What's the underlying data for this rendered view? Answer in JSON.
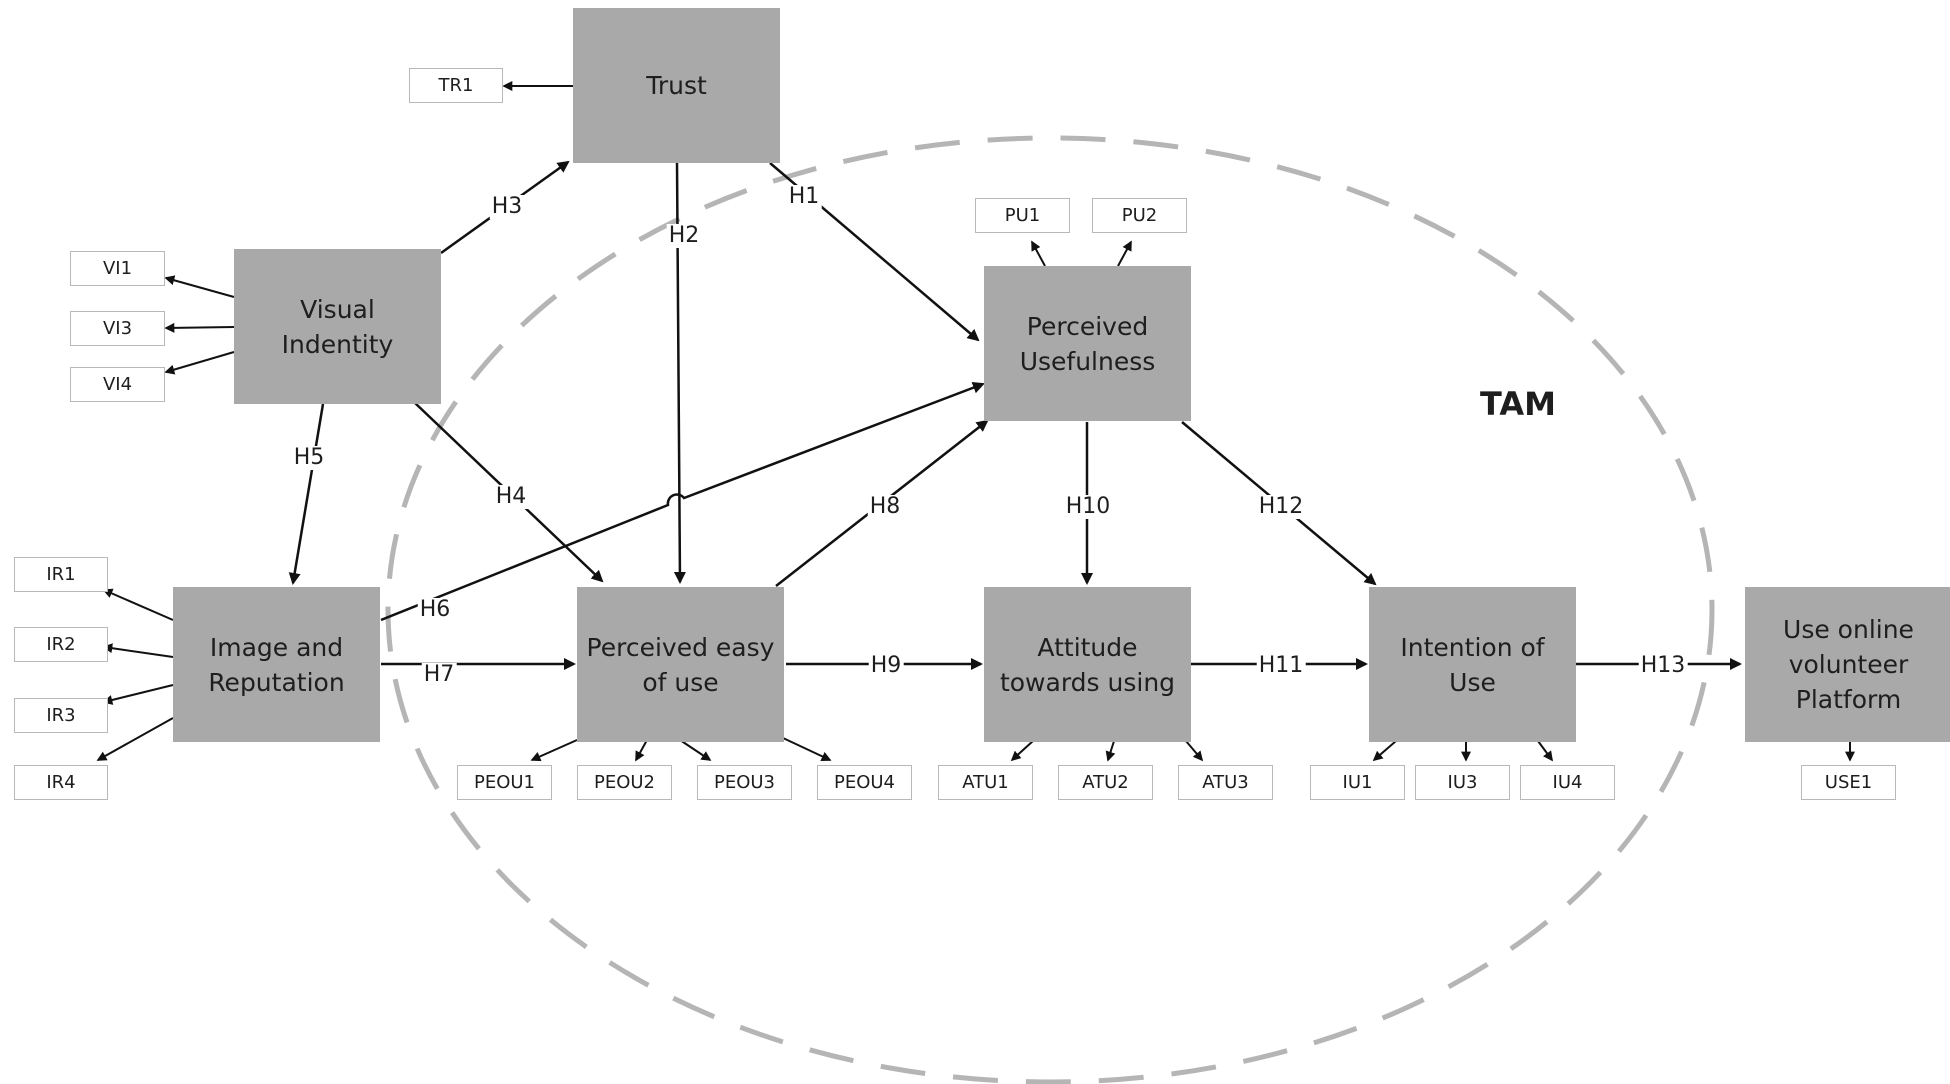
{
  "constructs": {
    "trust": "Trust",
    "visual_identity": "Visual\nIndentity",
    "perceived_usefulness": "Perceived\nUsefulness",
    "image_reputation": "Image and\nReputation",
    "perceived_ease": "Perceived easy\nof use",
    "attitude": "Attitude\ntowards using",
    "intention": "Intention of\nUse",
    "use_platform": "Use online\nvolunteer\nPlatform"
  },
  "indicators": {
    "tr1": "TR1",
    "vi1": "VI1",
    "vi3": "VI3",
    "vi4": "VI4",
    "pu1": "PU1",
    "pu2": "PU2",
    "ir1": "IR1",
    "ir2": "IR2",
    "ir3": "IR3",
    "ir4": "IR4",
    "peou1": "PEOU1",
    "peou2": "PEOU2",
    "peou3": "PEOU3",
    "peou4": "PEOU4",
    "atu1": "ATU1",
    "atu2": "ATU2",
    "atu3": "ATU3",
    "iu1": "IU1",
    "iu3": "IU3",
    "iu4": "IU4",
    "use1": "USE1"
  },
  "hypotheses": {
    "h1": "H1",
    "h2": "H2",
    "h3": "H3",
    "h4": "H4",
    "h5": "H5",
    "h6": "H6",
    "h7": "H7",
    "h8": "H8",
    "h9": "H9",
    "h10": "H10",
    "h11": "H11",
    "h12": "H12",
    "h13": "H13"
  },
  "tam_label": "TAM",
  "colors": {
    "construct_fill": "#a9a9a9",
    "line": "#111111",
    "dash": "#b5b5b5",
    "indicator_border": "#b8b8b8"
  }
}
